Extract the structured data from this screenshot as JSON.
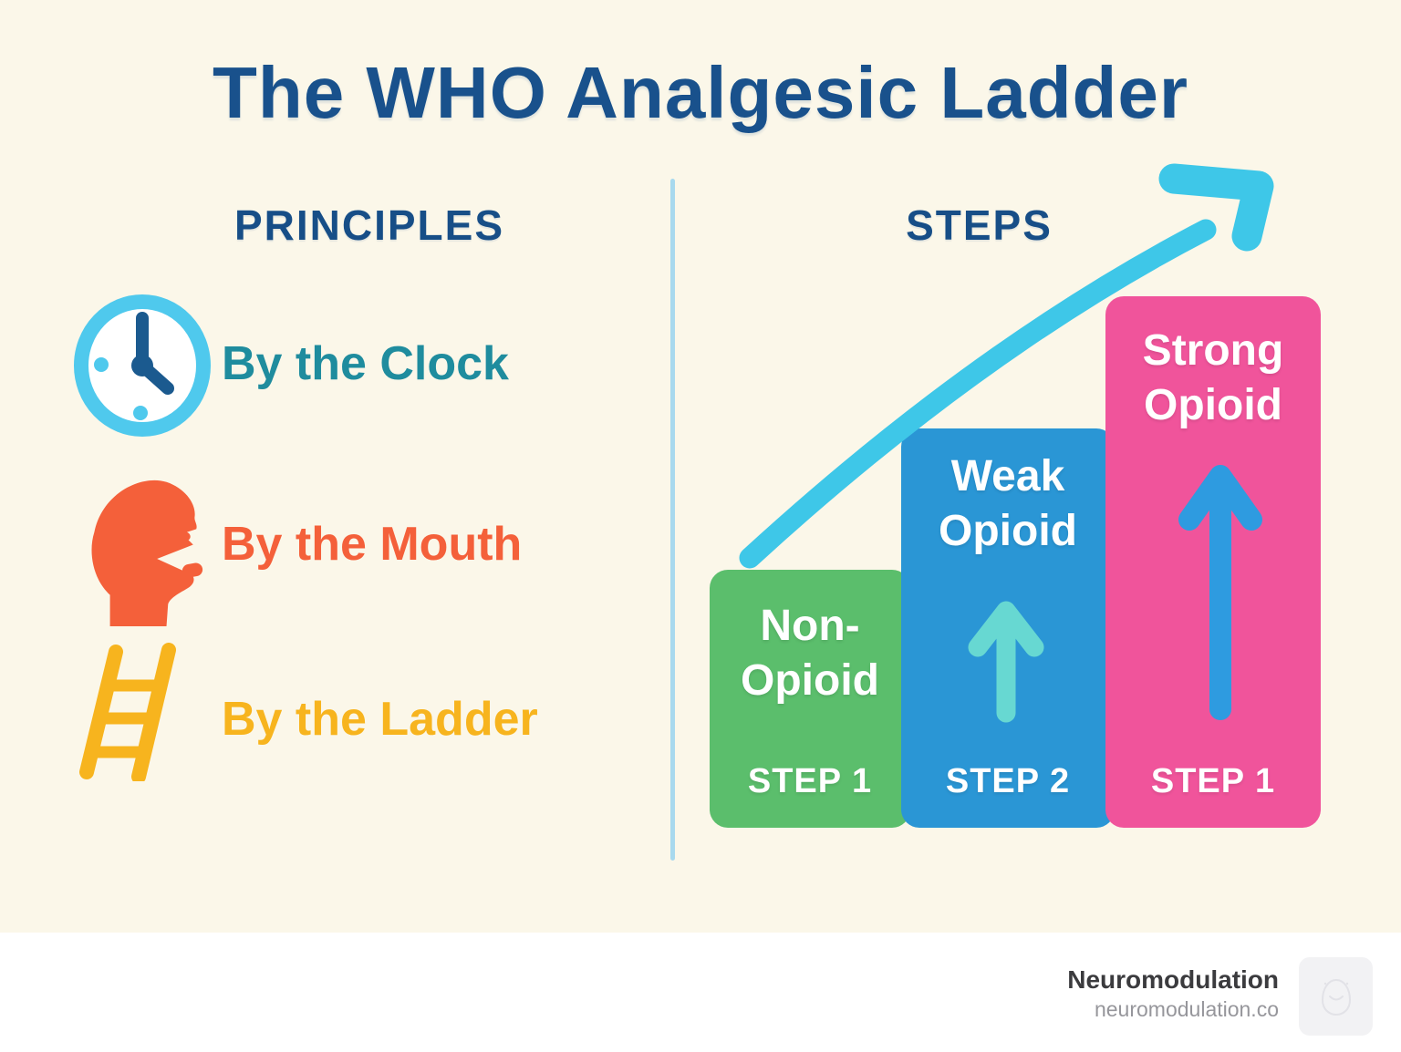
{
  "title": "The WHO Analgesic Ladder",
  "sections": {
    "principles": {
      "heading": "PRINCIPLES",
      "items": [
        {
          "icon": "clock-icon",
          "label": "By the Clock",
          "color": "#1F8C9E"
        },
        {
          "icon": "mouth-icon",
          "label": "By the Mouth",
          "color": "#F4603A"
        },
        {
          "icon": "ladder-icon",
          "label": "By the Ladder",
          "color": "#F7B41E"
        }
      ]
    },
    "steps": {
      "heading": "STEPS",
      "growth_arrow": {
        "icon": "growth-arrow-icon",
        "color": "#3EC7E8",
        "direction": "up-right"
      },
      "bars": [
        {
          "name": "non-opioid",
          "line1": "Non-",
          "line2": "Opioid",
          "step": "STEP 1",
          "color": "#5BBE6C",
          "up_arrow": false
        },
        {
          "name": "weak-opioid",
          "line1": "Weak",
          "line2": "Opioid",
          "step": "STEP 2",
          "color": "#2A96D5",
          "up_arrow": true,
          "arrow_color": "#67D8D2"
        },
        {
          "name": "strong-opioid",
          "line1": "Strong",
          "line2": "Opioid",
          "step": "STEP 1",
          "color": "#F0549B",
          "up_arrow": true,
          "arrow_color": "#2E9BE0"
        }
      ]
    }
  },
  "footer": {
    "brand": "Neuromodulation",
    "url": "neuromodulation.co",
    "logo": "mascot-logo-icon"
  },
  "colors": {
    "background": "#FBF7E9",
    "footer_background": "#FFFFFF",
    "title_text": "#19518C",
    "divider": "#A8D9EE",
    "bar_text": "#FFFFFF",
    "clock_ring": "#4FC9ED",
    "clock_hands": "#1B5A8F"
  }
}
